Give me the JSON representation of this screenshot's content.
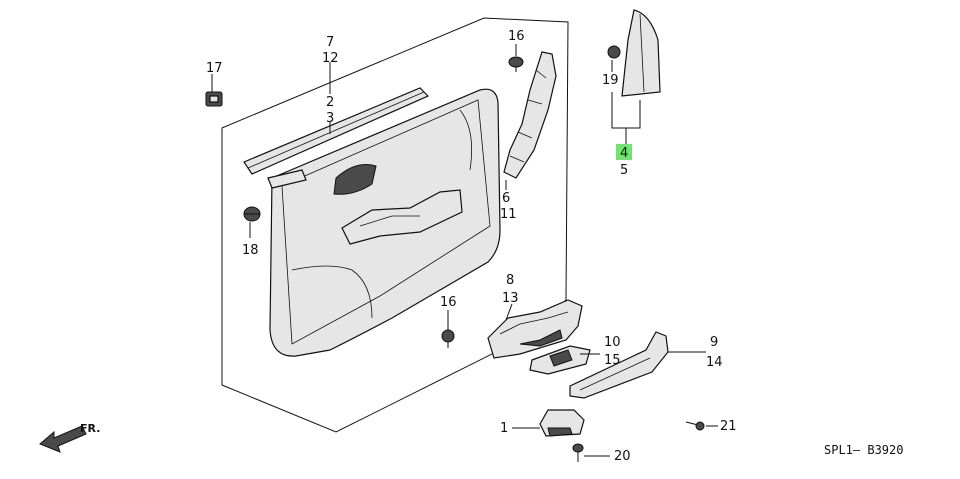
{
  "labels": {
    "p1": "1",
    "p2": "2",
    "p3": "3",
    "p4": "4",
    "p5": "5",
    "p6": "6",
    "p7": "7",
    "p8": "8",
    "p9": "9",
    "p10": "10",
    "p11": "11",
    "p12": "12",
    "p13": "13",
    "p14": "14",
    "p15": "15",
    "p16a": "16",
    "p16b": "16",
    "p17": "17",
    "p18": "18",
    "p19": "19",
    "p20": "20",
    "p21": "21"
  },
  "highlight": {
    "part": "4",
    "color": "#6fe36f"
  },
  "direction": "FR.",
  "drawing_code": "SPL1— B3920"
}
